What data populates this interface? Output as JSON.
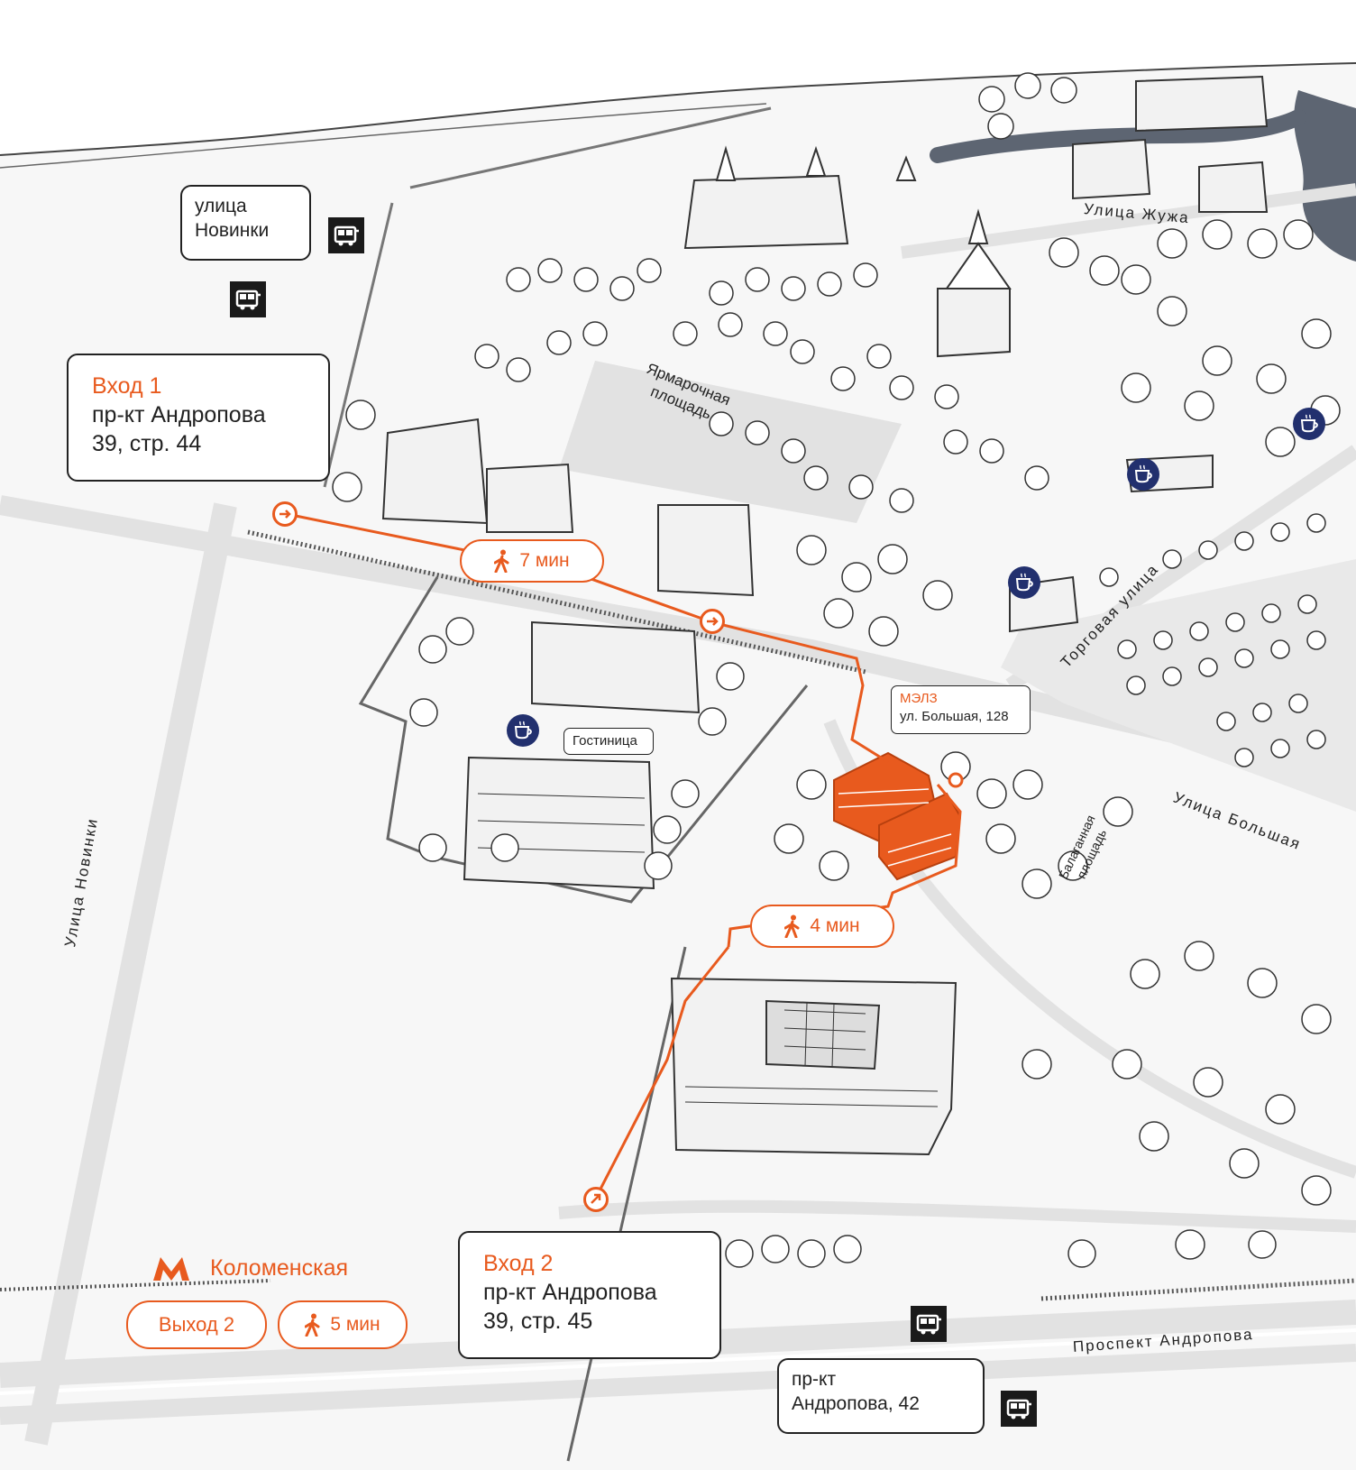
{
  "entrance1": {
    "title": "Вход 1",
    "line1": "пр-кт Андропова",
    "line2": "39, стр. 44"
  },
  "entrance2": {
    "title": "Вход 2",
    "line1": "пр-кт Андропова",
    "line2": "39, стр. 45"
  },
  "stop_novinki": {
    "line1": "улица",
    "line2": "Новинки"
  },
  "stop_andropova": {
    "line1": "пр-кт",
    "line2": "Андропова, 42"
  },
  "museum": {
    "name": "МЭЛЗ",
    "address": "ул. Большая, 128"
  },
  "hotel": "Гостиница",
  "walk_times": {
    "route1": "7 мин",
    "route2": "4 мин",
    "metro": "5 мин"
  },
  "metro": {
    "symbol": "М",
    "station": "Коломенская",
    "exit": "Выход 2"
  },
  "streets": {
    "zhuzha": "Улица Жужа",
    "novinki": "Улица Новинки",
    "torgovaya": "Торговая улица",
    "bolshaya": "Улица Большая",
    "andropova": "Проспект Андропова",
    "yarmarochnaya_1": "Ярмарочная",
    "yarmarochnaya_2": "площадь",
    "balagannaya_1": "Балаганная",
    "balagannaya_2": "площадь"
  },
  "colors": {
    "accent": "#e85a1e",
    "cafe": "#22306e",
    "bus": "#1a1a1a",
    "road": "#e2e2e2",
    "water": "#5d6572"
  },
  "icons": [
    "bus-stop-icon",
    "cafe-icon",
    "walk-icon",
    "entrance-arrow-icon",
    "metro-icon"
  ]
}
